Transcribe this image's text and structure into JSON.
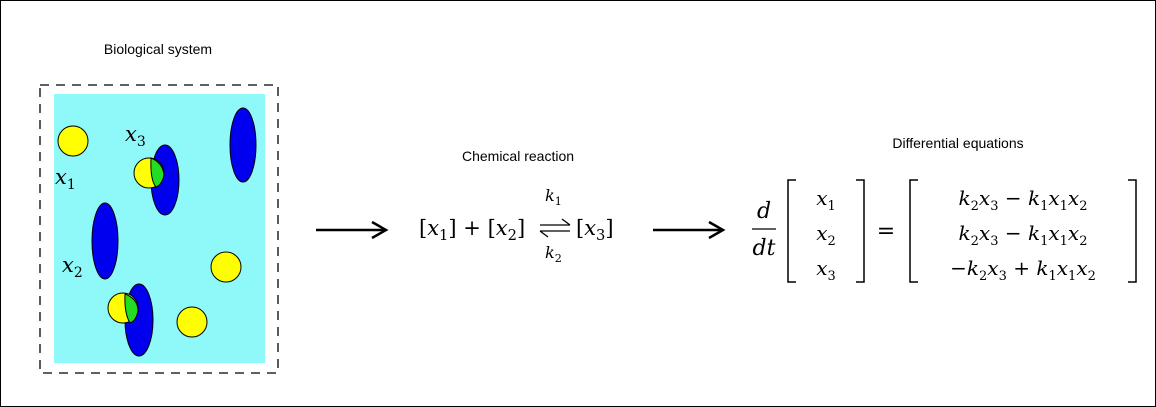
{
  "bio": {
    "title": "Biological system",
    "vars": {
      "x1": "x",
      "x1_sub": "1",
      "x2": "x",
      "x2_sub": "2",
      "x3": "x",
      "x3_sub": "3"
    },
    "colors": {
      "background": "#8ff9f9",
      "small_molecule": "#ffff00",
      "large_molecule": "#0000ee",
      "complex_overlap": "#22dd22"
    }
  },
  "reaction": {
    "title": "Chemical reaction",
    "species": [
      "x",
      "x",
      "x"
    ],
    "species_subs": [
      "1",
      "2",
      "3"
    ],
    "plus": "+",
    "k_forward": "k",
    "k_forward_sub": "1",
    "k_reverse": "k",
    "k_reverse_sub": "2"
  },
  "ode": {
    "title": "Differential equations",
    "d": "d",
    "dt": "dt",
    "lhs_vector": [
      "x1",
      "x2",
      "x3"
    ],
    "equals": "=",
    "rhs": [
      "k2x3 − k1x1x2",
      "k2x3 − k1x1x2",
      "−k2x3 + k1x1x2"
    ]
  }
}
